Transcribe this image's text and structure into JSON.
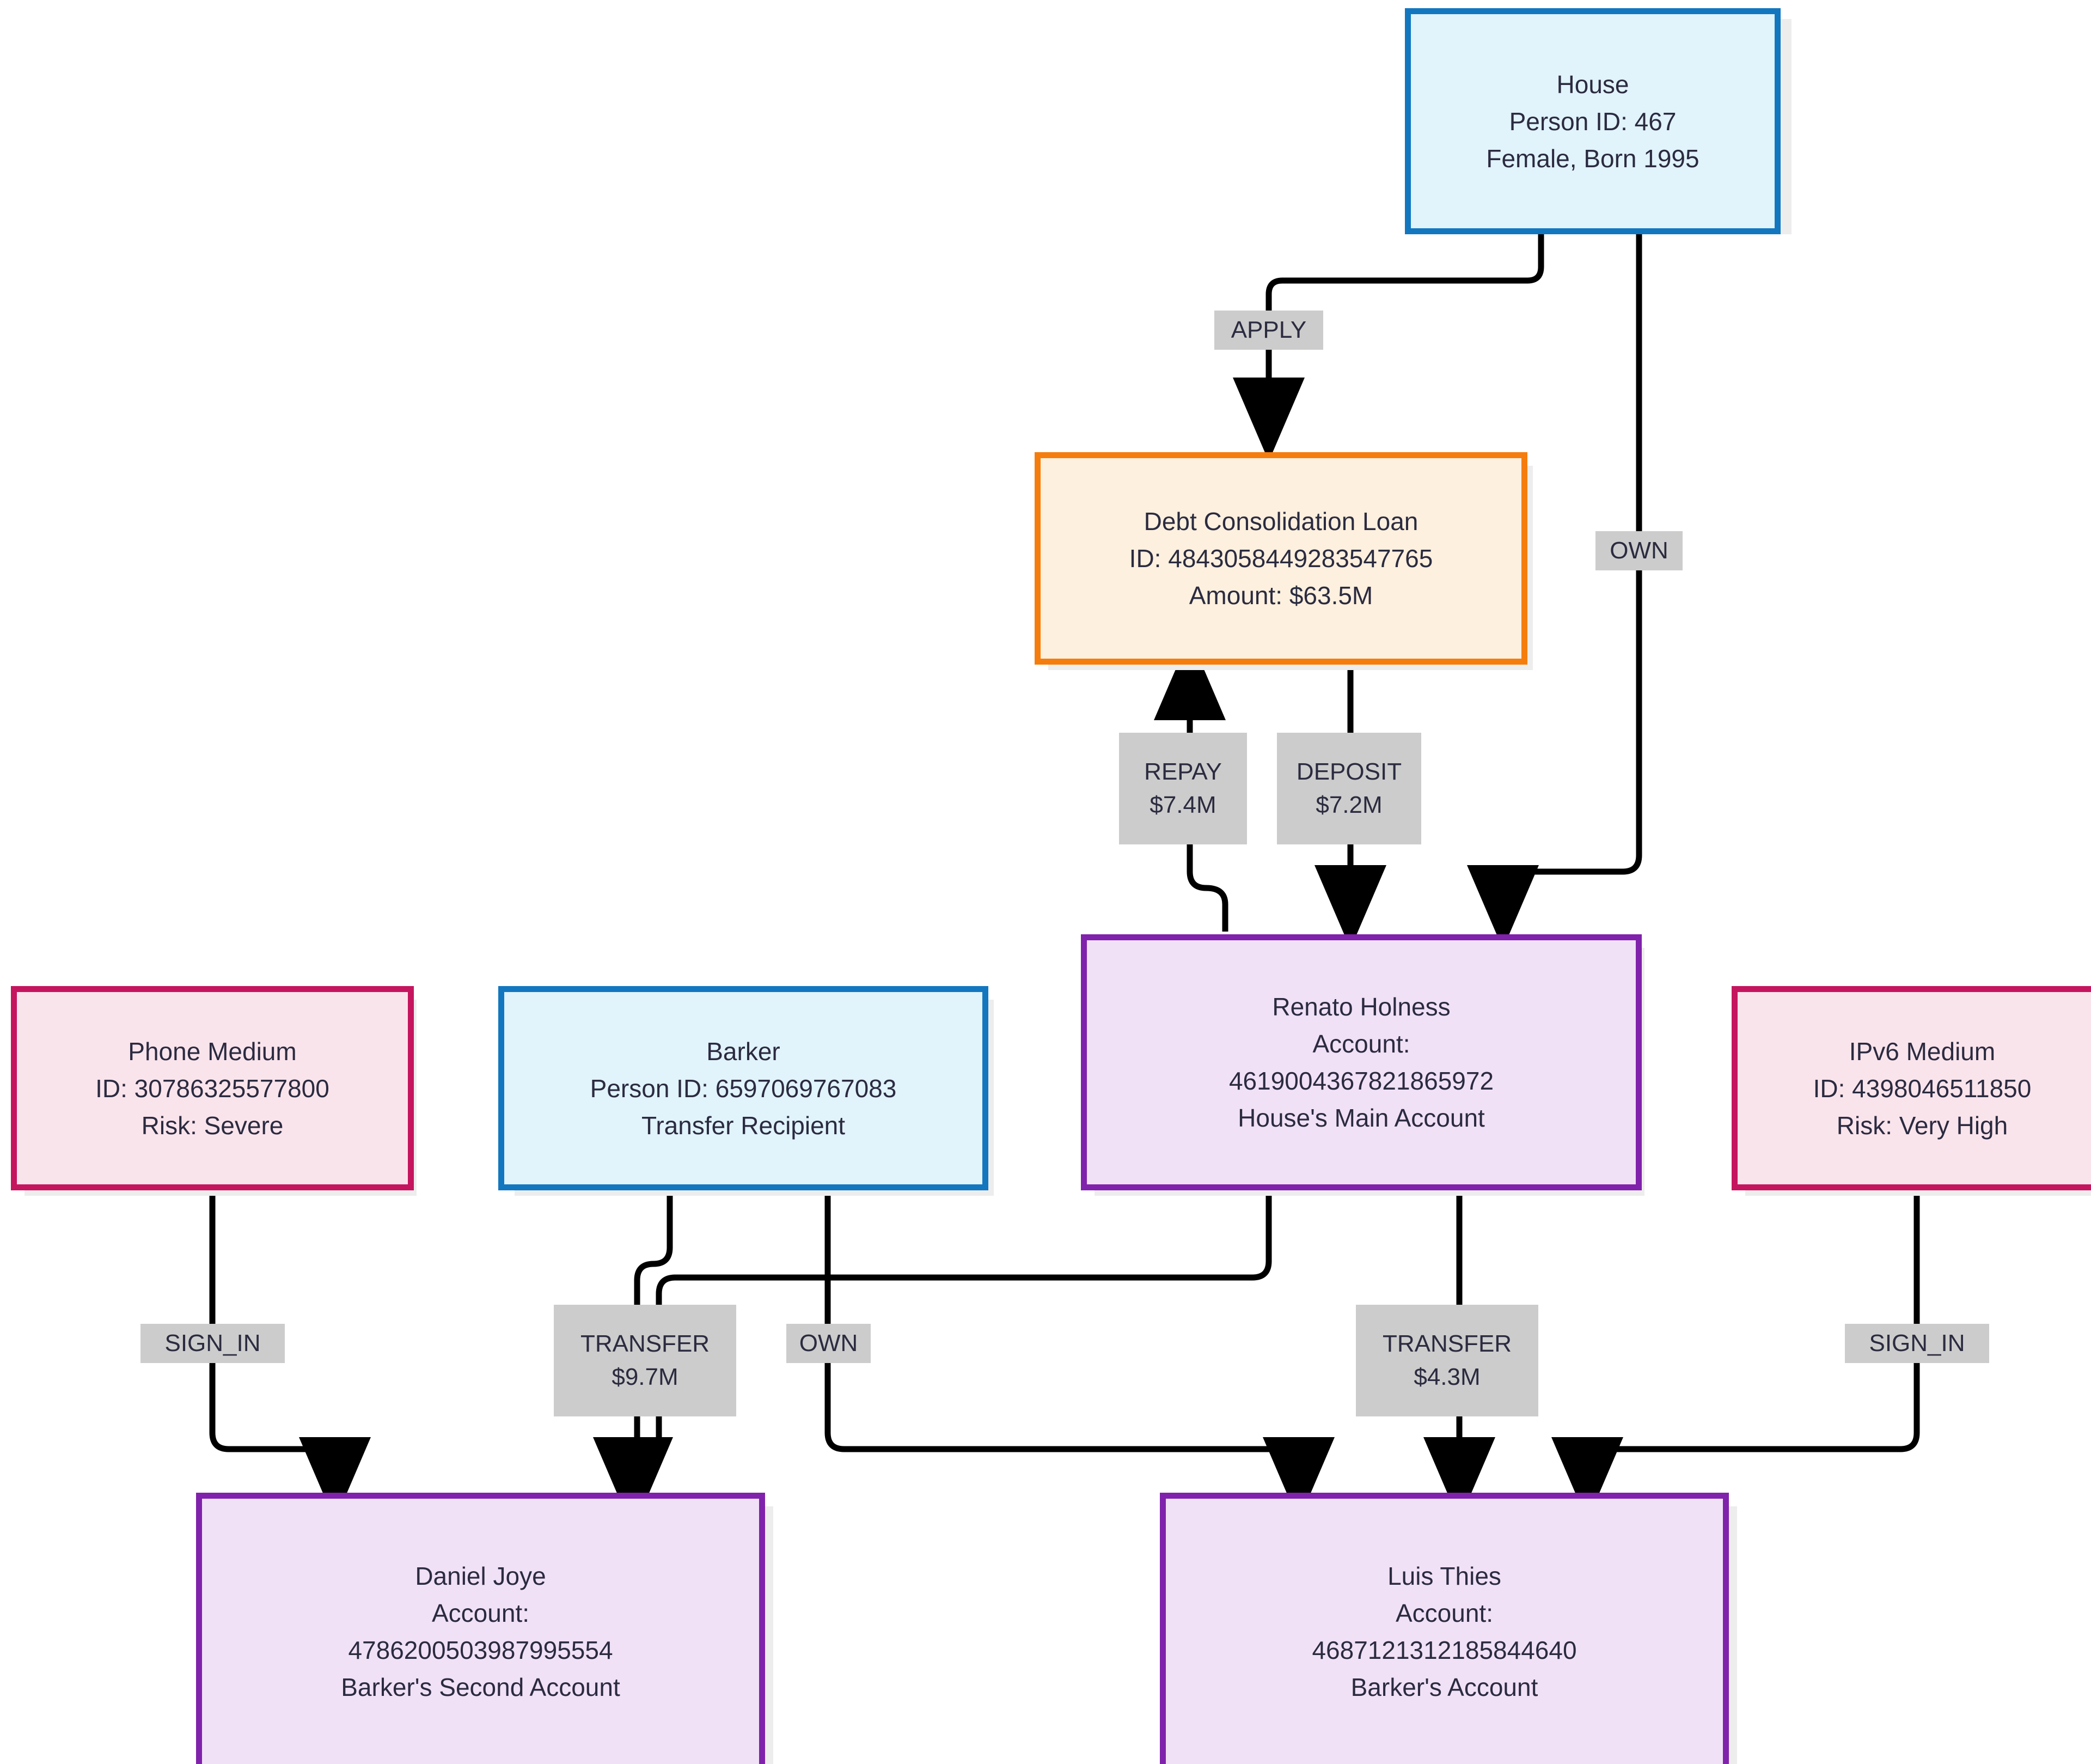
{
  "diagram": {
    "type": "financial-entity-relationship-graph",
    "background": "#ffffff",
    "palette": {
      "person_border": "#1377bf",
      "person_fill": "#e1f3fb",
      "loan_border": "#f57d0d",
      "loan_fill": "#fdf0de",
      "account_border": "#8022ab",
      "account_fill": "#f1e1f6",
      "medium_border": "#c5155e",
      "medium_fill": "#fae4ec",
      "edge_stroke": "#000000",
      "edge_label_bg": "#cccccc",
      "text": "#2b2b40",
      "shadow": "#ededed"
    },
    "nodes": [
      {
        "id": "house",
        "kind": "person",
        "lines": [
          "House",
          "Person ID: 467",
          "Female, Born 1995"
        ]
      },
      {
        "id": "loan",
        "kind": "loan",
        "lines": [
          "Debt Consolidation Loan",
          "ID: 4843058449283547765",
          "Amount: $63.5M"
        ]
      },
      {
        "id": "phone_medium",
        "kind": "medium",
        "lines": [
          "Phone Medium",
          "ID: 30786325577800",
          "Risk: Severe"
        ]
      },
      {
        "id": "barker",
        "kind": "person",
        "lines": [
          "Barker",
          "Person ID: 6597069767083",
          "Transfer Recipient"
        ]
      },
      {
        "id": "renato_holness",
        "kind": "account",
        "lines": [
          "Renato Holness",
          "Account:",
          "4619004367821865972",
          "House's Main Account"
        ]
      },
      {
        "id": "ipv6_medium",
        "kind": "medium",
        "lines": [
          "IPv6 Medium",
          "ID: 4398046511850",
          "Risk: Very High"
        ]
      },
      {
        "id": "daniel_joye",
        "kind": "account",
        "lines": [
          "Daniel Joye",
          "Account:",
          "4786200503987995554",
          "Barker's Second Account"
        ]
      },
      {
        "id": "luis_thies",
        "kind": "account",
        "lines": [
          "Luis Thies",
          "Account:",
          "4687121312185844640",
          "Barker's Account"
        ]
      }
    ],
    "edges": [
      {
        "id": "e-apply",
        "from": "house",
        "to": "loan",
        "label": [
          "APPLY"
        ]
      },
      {
        "id": "e-own-house",
        "from": "house",
        "to": "renato_holness",
        "label": [
          "OWN"
        ]
      },
      {
        "id": "e-repay",
        "from": "renato_holness",
        "to": "loan",
        "label": [
          "REPAY",
          "$7.4M"
        ]
      },
      {
        "id": "e-deposit",
        "from": "loan",
        "to": "renato_holness",
        "label": [
          "DEPOSIT",
          "$7.2M"
        ]
      },
      {
        "id": "e-signin-1",
        "from": "phone_medium",
        "to": "daniel_joye",
        "label": [
          "SIGN_IN"
        ]
      },
      {
        "id": "e-own-1",
        "from": "barker",
        "to": "daniel_joye",
        "label": [
          "OWN"
        ]
      },
      {
        "id": "e-transfer-1",
        "from": "renato_holness",
        "to": "daniel_joye",
        "label": [
          "TRANSFER",
          "$9.7M"
        ]
      },
      {
        "id": "e-own-2",
        "from": "barker",
        "to": "luis_thies",
        "label": [
          "OWN"
        ]
      },
      {
        "id": "e-transfer-2",
        "from": "renato_holness",
        "to": "luis_thies",
        "label": [
          "TRANSFER",
          "$4.3M"
        ]
      },
      {
        "id": "e-signin-2",
        "from": "ipv6_medium",
        "to": "luis_thies",
        "label": [
          "SIGN_IN"
        ]
      }
    ]
  }
}
